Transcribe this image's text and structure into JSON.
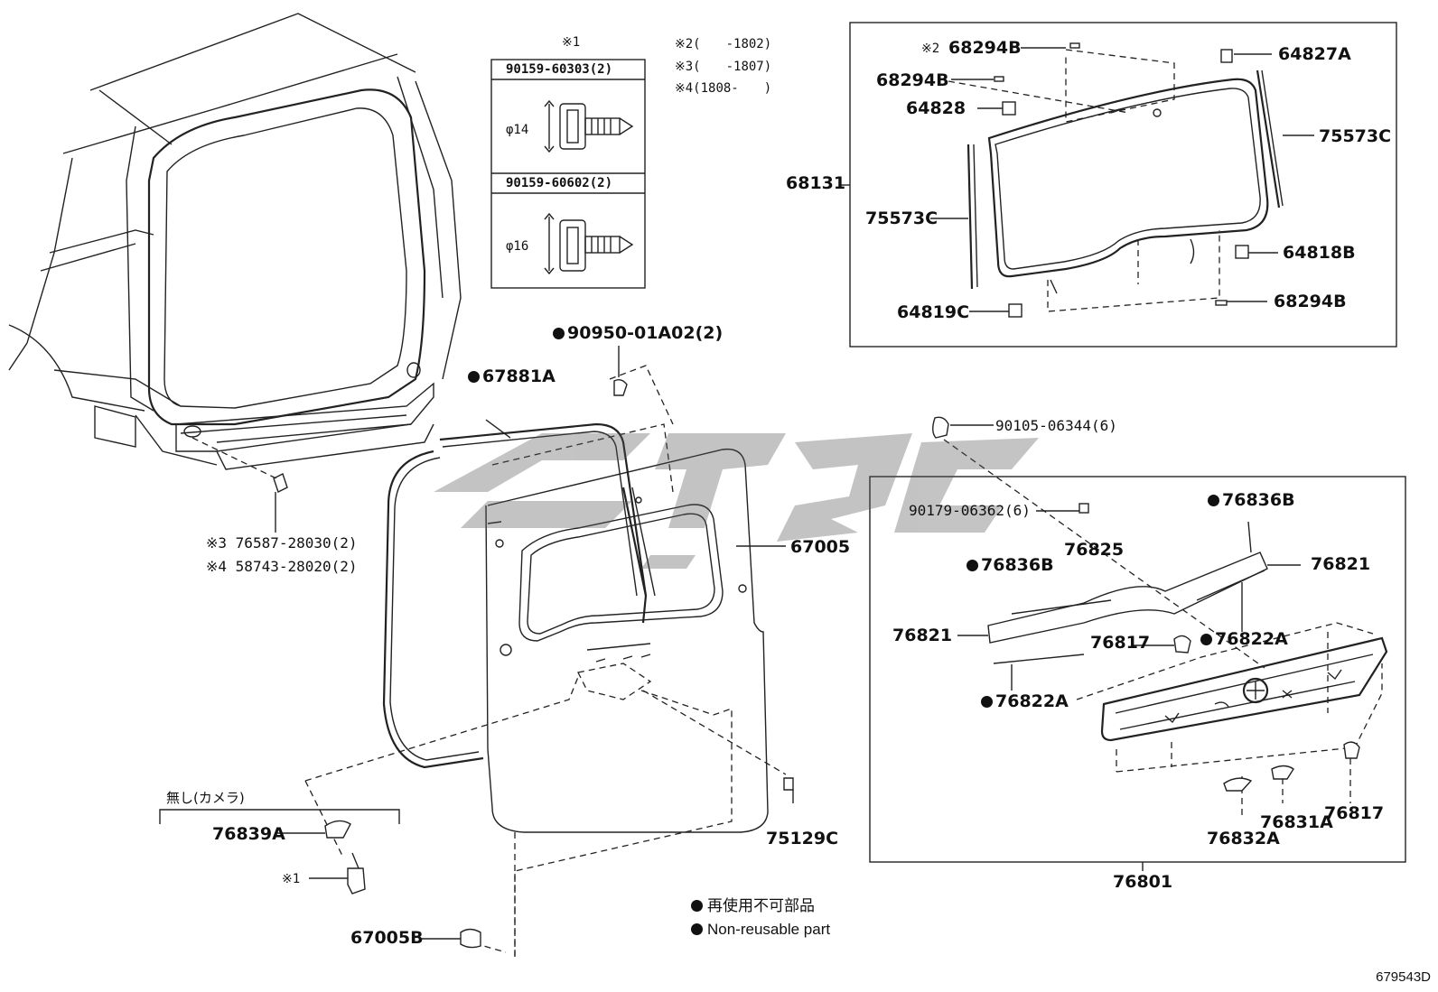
{
  "drawing_number": "679543D",
  "fastener_box": {
    "note_label": "※1",
    "parts": [
      {
        "number": "90159-60303(2)",
        "diameter": "φ14"
      },
      {
        "number": "90159-60602(2)",
        "diameter": "φ16"
      }
    ]
  },
  "model_notes": [
    "※2(　　-1802)",
    "※3(　　-1807)",
    "※4(1808-　　)"
  ],
  "labels": {
    "p68294B_note2": "68294B",
    "note2_mark": "※2",
    "p68294B_a": "68294B",
    "p64828": "64828",
    "p64827A": "64827A",
    "p75573C_right": "75573C",
    "p68131": "68131",
    "p75573C_left": "75573C",
    "p64818B": "64818B",
    "p64819C": "64819C",
    "p68294B_b": "68294B",
    "p90950": "90950-01A02(2)",
    "p67881A": "67881A",
    "p67005": "67005",
    "p76587": "※3 76587-28030(2)",
    "p58743": "※4 58743-28020(2)",
    "p90105": "90105-06344(6)",
    "p90179": "90179-06362(6)",
    "p76836B_top": "76836B",
    "p76836B_left": "76836B",
    "p76825": "76825",
    "p76821_right": "76821",
    "p76821_left": "76821",
    "p76817_top": "76817",
    "p76822A_right": "76822A",
    "p76822A_left": "76822A",
    "p76832A": "76832A",
    "p76831A": "76831A",
    "p76817_bottom": "76817",
    "p76801": "76801",
    "p75129C": "75129C",
    "no_camera": "無し(カメラ)",
    "p76839A": "76839A",
    "note1_mark": "※1",
    "p67005B": "67005B"
  },
  "legend": {
    "jp": "再使用不可部品",
    "en": "Non-reusable part"
  },
  "watermark_text": "ctgc"
}
